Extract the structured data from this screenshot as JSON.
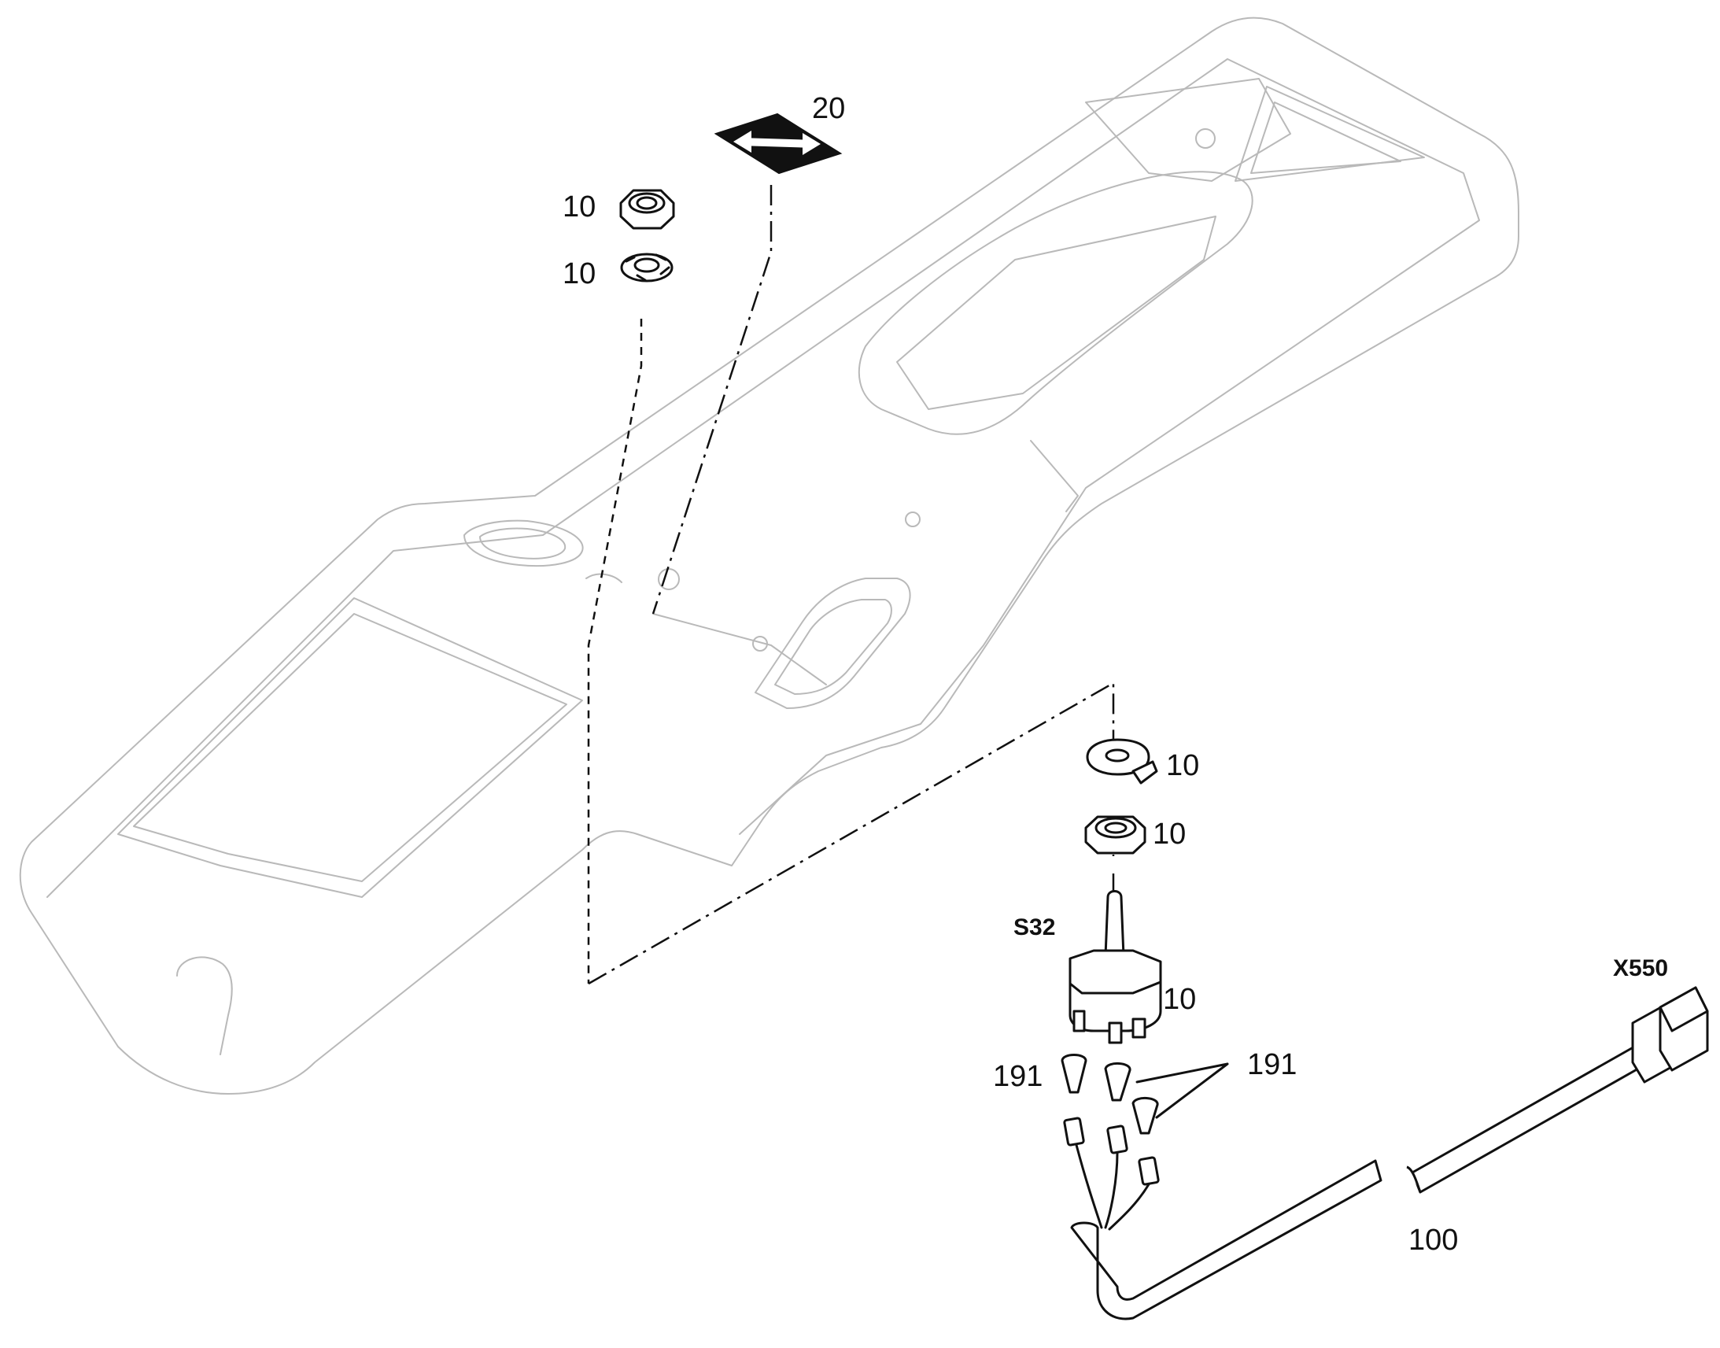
{
  "labels": {
    "decal": "20",
    "nut_top": "10",
    "washer_top": "10",
    "washer_bottom": "10",
    "nut_bottom": "10",
    "switch_ref": "S32",
    "switch_qty": "10",
    "terminal_left": "191",
    "terminal_right": "191",
    "harness": "100",
    "connector": "X550"
  },
  "colors": {
    "ink": "#111111",
    "console_outline": "#b9b9b9",
    "decal_fill": "#111111"
  },
  "icons": {
    "decal": "double-arrow-icon"
  }
}
